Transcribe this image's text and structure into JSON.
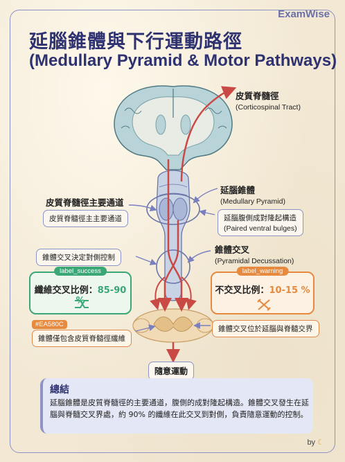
{
  "brand": "ExamWise",
  "title_zh": "延腦錐體與下行運動路徑",
  "title_en": "(Medullary Pyramid & Motor Pathways)",
  "labels": {
    "corticospinal_zh": "皮質脊髓徑",
    "corticospinal_en": "(Corticospinal Tract)",
    "pyramid_zh": "延腦錐體",
    "pyramid_en": "(Medullary Pyramid)",
    "ventral_bulges_zh": "延腦腹側成對隆起構造",
    "ventral_bulges_en": "(Paired ventral bulges)",
    "decussation_zh": "錐體交叉",
    "decussation_en": "(Pyramidal Decussation)",
    "main_path_heading": "皮質脊髓徑主要通道",
    "main_path_pill": "皮質脊髓徑主主要通道",
    "contralateral_pill": "錐體交叉決定對側控制",
    "junction_pill": "錐體交叉位於延腦與脊髓交界",
    "tract_only_pill": "錐體僅包含皮質脊髓徑纖維",
    "voluntary": "隨意運動",
    "hex_tag": "#EA580C"
  },
  "cards": {
    "success": {
      "tag": "label_success",
      "label": "纖維交叉比例：",
      "value": "85-90 %",
      "color": "#3aa776"
    },
    "warning": {
      "tag": "label_warning",
      "label": "不交叉比例：",
      "value": "10-15 %",
      "color": "#e58a3e"
    }
  },
  "summary": {
    "heading": "總結",
    "text": "延腦錐體是皮質脊髓徑的主要通道，腹側的成對隆起構造。錐體交叉發生在延腦與脊髓交叉界處，約 90% 的纖維在此交叉到對側，負責隨意運動的控制。"
  },
  "footer": {
    "by": "by"
  }
}
